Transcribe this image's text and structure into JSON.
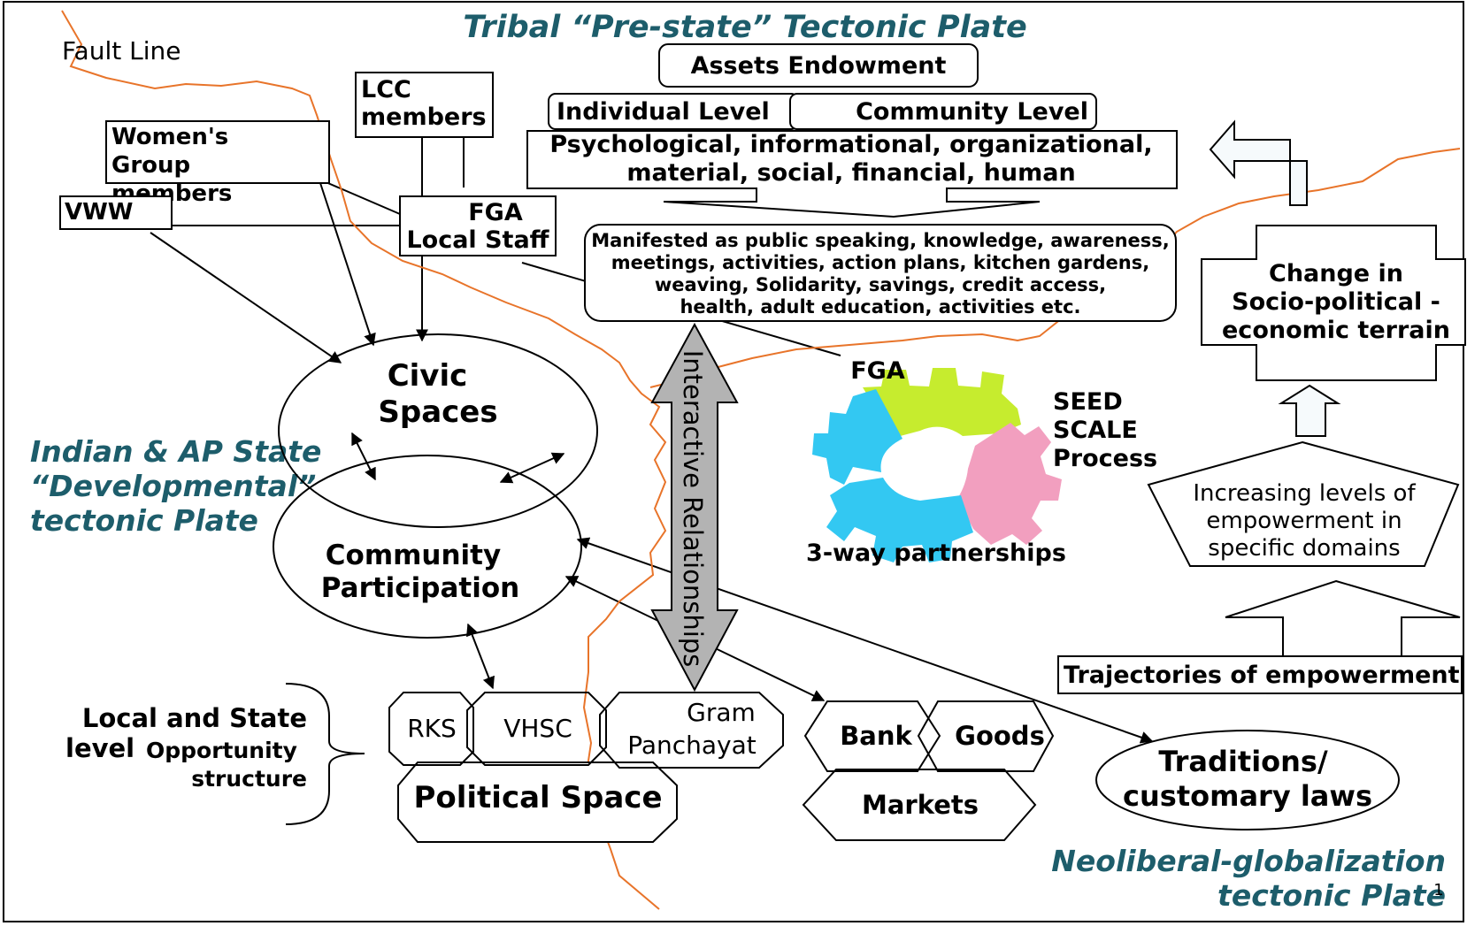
{
  "plates": {
    "tribal": "Tribal “Pre-state” Tectonic Plate",
    "state_line1": "Indian & AP State",
    "state_line2": "“Developmental”",
    "state_line3": "tectonic Plate",
    "neo_line1": "Neoliberal-globalization",
    "neo_line2": "tectonic Plate"
  },
  "fault_line": "Fault Line",
  "actors": {
    "lcc_line1": "LCC",
    "lcc_line2": "members",
    "women_line1": "Women's",
    "women_line2": "Group",
    "women_line3": "members",
    "vww": "VWW",
    "fga_staff_line1": "FGA",
    "fga_staff_line2": "Local Staff"
  },
  "assets": {
    "title": "Assets Endowment",
    "individual": "Individual Level",
    "community": "Community Level",
    "types_line1": "Psychological, informational, organizational,",
    "types_line2": "material, social, financial, human"
  },
  "manifested": {
    "line1": "Manifested as public speaking, knowledge, awareness,",
    "line2": "meetings, activities, action plans, kitchen gardens,",
    "line3": "weaving, Solidarity, savings, credit access,",
    "line4": "health, adult education, activities etc."
  },
  "civic": {
    "line1": "Civic",
    "line2": "Spaces"
  },
  "community_participation": {
    "line1": "Community",
    "line2": "Participation"
  },
  "interactive": "Interactive Relationships",
  "gear": {
    "fga": "FGA",
    "seed": "SEED",
    "scale": "SCALE",
    "process": "Process",
    "partnerships": "3-way partnerships"
  },
  "change": {
    "line1": "Change in",
    "line2": "Socio-political -",
    "line3": "economic terrain"
  },
  "increasing": {
    "line1": "Increasing levels of",
    "line2": "empowerment in",
    "line3": "specific domains"
  },
  "trajectories": "Trajectories of empowerment",
  "opportunity": {
    "line1": "Local and State",
    "line2a": "level",
    "line2b": "Opportunity",
    "line3": "structure"
  },
  "institutions": {
    "rks": "RKS",
    "vhsc": "VHSC",
    "gram": "Gram",
    "panchayat": "Panchayat",
    "political": "Political Space"
  },
  "markets": {
    "bank": "Bank",
    "goods": "Goods",
    "markets": "Markets"
  },
  "traditions": {
    "line1": "Traditions/",
    "line2": "customary laws"
  },
  "page_number": "1",
  "colors": {
    "fault": "#e8742a",
    "plate_text": "#1d5d6b",
    "gear_cyan": "#33c8f2",
    "gear_lime": "#c6ec2e",
    "gear_pink": "#f29fbf",
    "arrow_gray": "#b3b3b3",
    "arrow_pale": "#f6fafc"
  }
}
